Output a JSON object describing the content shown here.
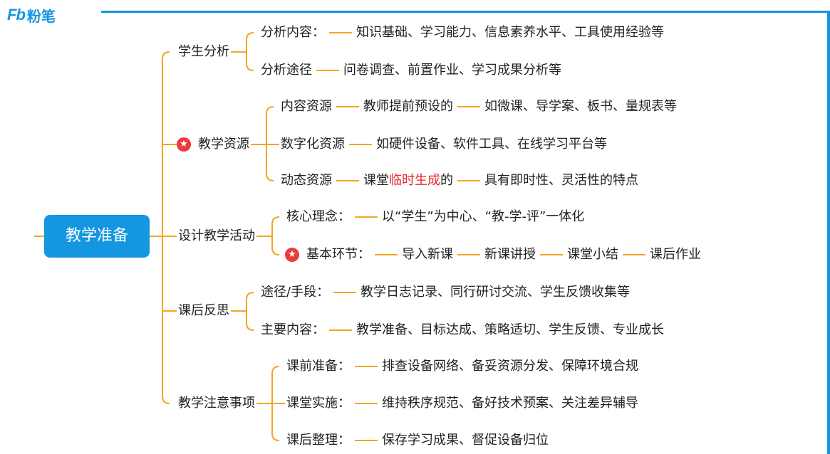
{
  "brand": {
    "mark": "Fb",
    "name": "粉笔"
  },
  "root": "教学准备",
  "branches": [
    {
      "label": "学生分析",
      "items": [
        {
          "parts": [
            [
              {
                "t": "分析内容："
              }
            ],
            [
              {
                "t": "知识基础、学习能力、信息素养水平、工具使用经验等"
              }
            ]
          ]
        },
        {
          "parts": [
            [
              {
                "t": "分析途径"
              }
            ],
            [
              {
                "t": "问卷调查、前置作业、学习成果分析等"
              }
            ]
          ]
        }
      ]
    },
    {
      "label": "教学资源",
      "star": true,
      "items": [
        {
          "parts": [
            [
              {
                "t": "内容资源"
              }
            ],
            [
              {
                "t": "教师提前预设的"
              }
            ],
            [
              {
                "t": "如微课、导学案、板书、量规表等"
              }
            ]
          ]
        },
        {
          "parts": [
            [
              {
                "t": "数字化资源"
              }
            ],
            [
              {
                "t": "如硬件设备、软件工具、在线学习平台等"
              }
            ]
          ]
        },
        {
          "parts": [
            [
              {
                "t": "动态资源"
              }
            ],
            [
              {
                "t": "课堂"
              },
              {
                "t": "临时生成",
                "hl": true
              },
              {
                "t": "的"
              }
            ],
            [
              {
                "t": "具有即时性、灵活性的特点"
              }
            ]
          ]
        }
      ]
    },
    {
      "label": "设计教学活动",
      "items": [
        {
          "parts": [
            [
              {
                "t": "核心理念："
              }
            ],
            [
              {
                "t": "以“学生”为中心、“教-学-评”一体化"
              }
            ]
          ]
        },
        {
          "star": true,
          "parts": [
            [
              {
                "t": "基本环节："
              }
            ],
            [
              {
                "t": "导入新课"
              }
            ],
            [
              {
                "t": "新课讲授"
              }
            ],
            [
              {
                "t": "课堂小结"
              }
            ],
            [
              {
                "t": "课后作业"
              }
            ]
          ]
        }
      ]
    },
    {
      "label": "课后反思",
      "items": [
        {
          "parts": [
            [
              {
                "t": "途径/手段："
              }
            ],
            [
              {
                "t": "教学日志记录、同行研讨交流、学生反馈收集等"
              }
            ]
          ]
        },
        {
          "parts": [
            [
              {
                "t": "主要内容："
              }
            ],
            [
              {
                "t": "教学准备、目标达成、策略适切、学生反馈、专业成长"
              }
            ]
          ]
        }
      ]
    },
    {
      "label": "教学注意事项",
      "items": [
        {
          "parts": [
            [
              {
                "t": "课前准备："
              }
            ],
            [
              {
                "t": "排查设备网络、备妥资源分发、保障环境合规"
              }
            ]
          ]
        },
        {
          "parts": [
            [
              {
                "t": "课堂实施："
              }
            ],
            [
              {
                "t": "维持秩序规范、备好技术预案、关注差异辅导"
              }
            ]
          ]
        },
        {
          "parts": [
            [
              {
                "t": "课后整理："
              }
            ],
            [
              {
                "t": "保存学习成果、督促设备归位"
              }
            ]
          ]
        }
      ]
    }
  ],
  "colors": {
    "line": "#f3a623",
    "root": "#1496e0",
    "highlight": "#e8252c",
    "star": "#ec3b3b",
    "frame": "#1496e0"
  }
}
